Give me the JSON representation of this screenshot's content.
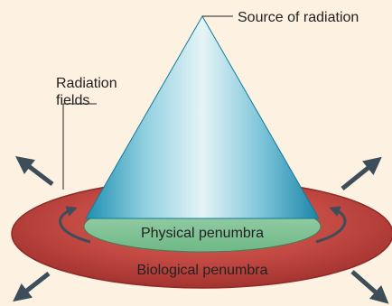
{
  "labels": {
    "source": "Source of radiation",
    "fields_line1": "Radiation",
    "fields_line2": "fields",
    "physical": "Physical penumbra",
    "biological": "Biological penumbra"
  },
  "colors": {
    "background": "#fdf2e2",
    "biological_fill": "#b83e3a",
    "physical_fill": "#86c79a",
    "cone_fill": "#7bc4d8",
    "arrow": "#3d4d59"
  }
}
